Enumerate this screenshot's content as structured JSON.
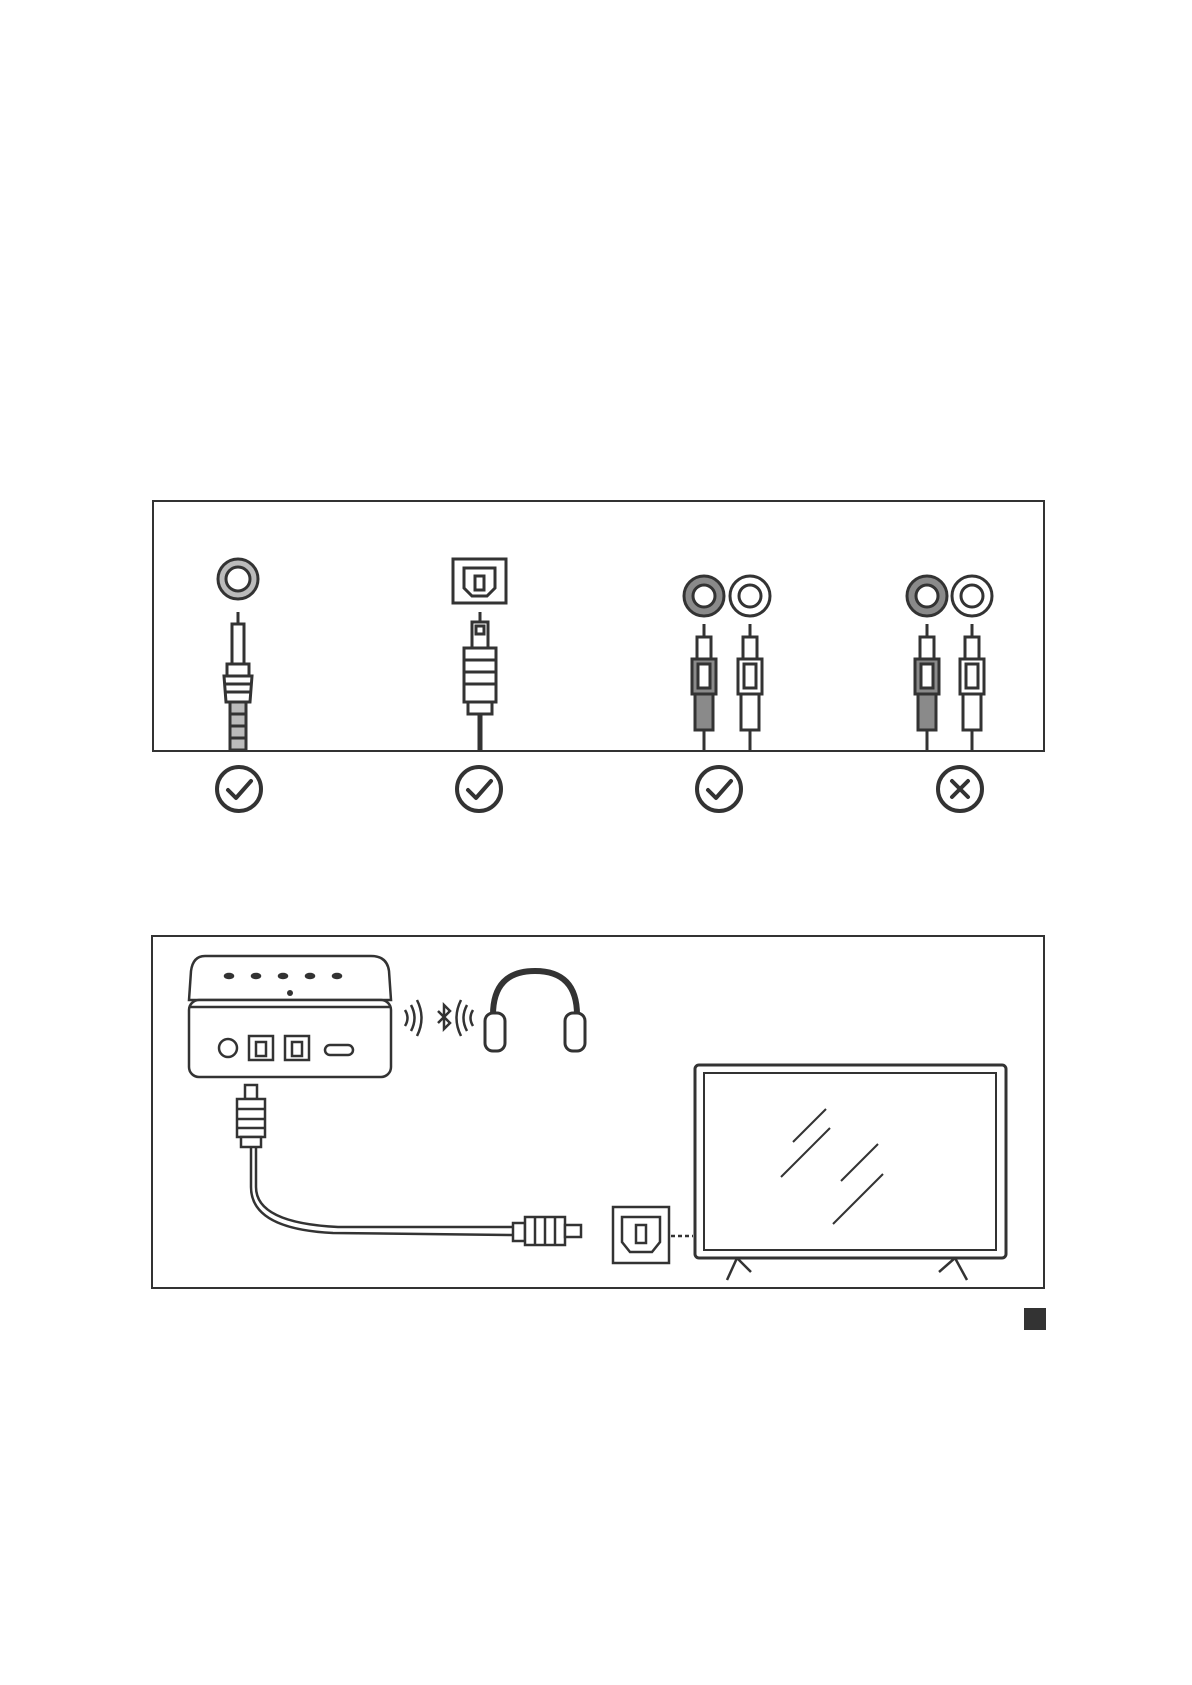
{
  "diagram": {
    "connection_types": [
      {
        "id": "aux-3-5mm",
        "icon": "aux-jack-icon",
        "compatible": true,
        "mark": "check-circle-icon"
      },
      {
        "id": "optical-toslink",
        "icon": "optical-plug-icon",
        "compatible": true,
        "mark": "check-circle-icon"
      },
      {
        "id": "rca-stereo",
        "icon": "rca-plug-pair-icon",
        "compatible": true,
        "mark": "check-circle-icon"
      },
      {
        "id": "rca-stereo-alt",
        "icon": "rca-plug-pair-icon",
        "compatible": false,
        "mark": "cross-circle-icon"
      }
    ],
    "setup": {
      "transmitter": "bluetooth-transmitter-icon",
      "wireless": "bluetooth-icon",
      "headphones": "headphones-icon",
      "cable": "optical-cable-icon",
      "tv_port": "optical-port-icon",
      "tv": "tv-icon"
    }
  },
  "colors": {
    "line": "#333333",
    "fill_dark": "#8a8a8a",
    "fill_light": "#ffffff"
  }
}
